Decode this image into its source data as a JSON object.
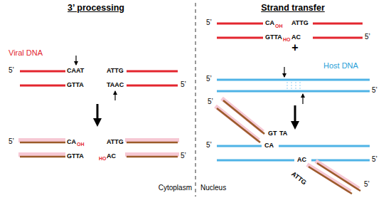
{
  "diagram": {
    "labels": [
      "3’ processing",
      "Strand transfer",
      "Viral DNA",
      "5’",
      "CAAT",
      "GTTA",
      "ATTG",
      "TAAC",
      "5’",
      "5’",
      "CA",
      "OH",
      "GTTA",
      "ATTG",
      "HO",
      "AC",
      "5’",
      "Cytoplasm",
      "Nucleus",
      "5’",
      "CA",
      "OH",
      "GTTA",
      "ATTG",
      "HO",
      "AC",
      "5’",
      "+",
      "Host DNA",
      "5’",
      "5’",
      "5’",
      "CA",
      "AC",
      "5’",
      "5’",
      "GT",
      "TA",
      "ATTG",
      "5’"
    ]
  }
}
